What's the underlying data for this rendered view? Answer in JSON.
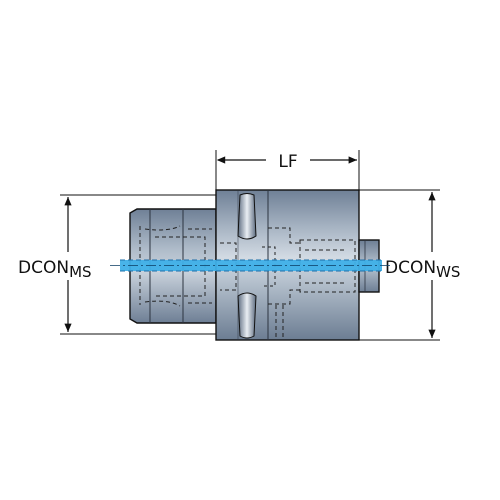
{
  "labels": {
    "lf": "LF",
    "dcon_ms": "DCON",
    "dcon_ms_sub": "MS",
    "dcon_ws": "DCON",
    "dcon_ws_sub": "WS"
  },
  "colors": {
    "body_dark": "#7f8fa2",
    "body_light": "#c7d0da",
    "shank_mid": "#9aa8b8",
    "coolant_blue": "#3fb0e8",
    "outline": "#111111",
    "background": "#ffffff"
  }
}
